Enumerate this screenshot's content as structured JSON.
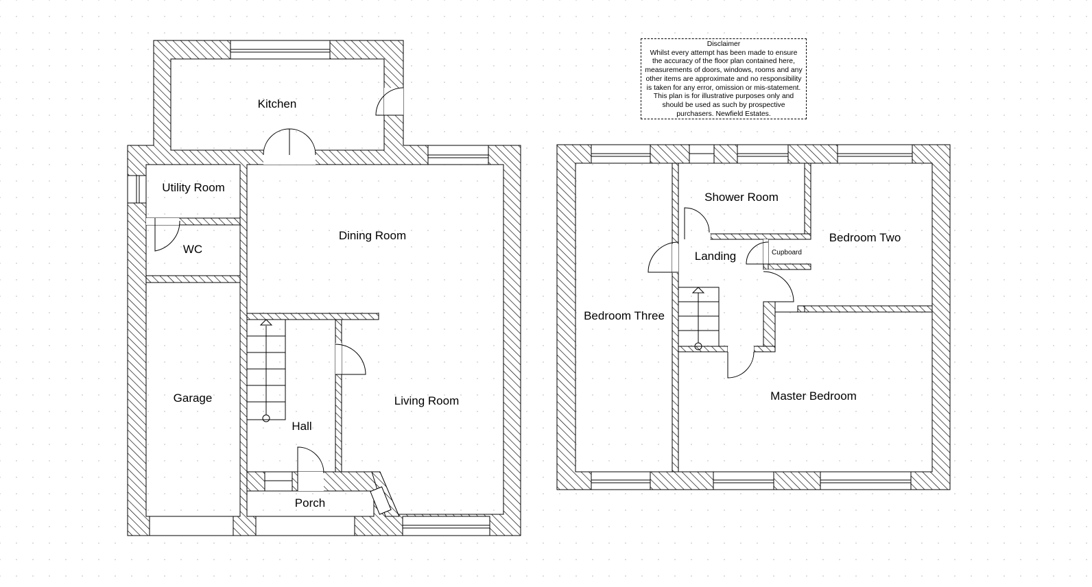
{
  "disclaimer": {
    "title": "Disclaimer",
    "text": "Whilst every attempt has been made to ensure the accuracy of the floor plan contained here, measurements of doors, windows, rooms and any other items are approximate and no responsibility is taken for any error, omission or mis-statement. This plan is for illustrative purposes only and should be used as such by prospective purchasers. Newfield Estates."
  },
  "ground_floor": {
    "rooms": {
      "kitchen": "Kitchen",
      "utility_room": "Utility Room",
      "wc": "WC",
      "dining_room": "Dining Room",
      "garage": "Garage",
      "hall": "Hall",
      "living_room": "Living Room",
      "porch": "Porch"
    }
  },
  "first_floor": {
    "rooms": {
      "shower_room": "Shower Room",
      "bedroom_two": "Bedroom Two",
      "landing": "Landing",
      "cupboard": "Cupboard",
      "bedroom_three": "Bedroom Three",
      "master_bedroom": "Master Bedroom"
    }
  },
  "colors": {
    "line": "#000000",
    "wall_fill": "#ffffff",
    "hatch": "#000000"
  }
}
